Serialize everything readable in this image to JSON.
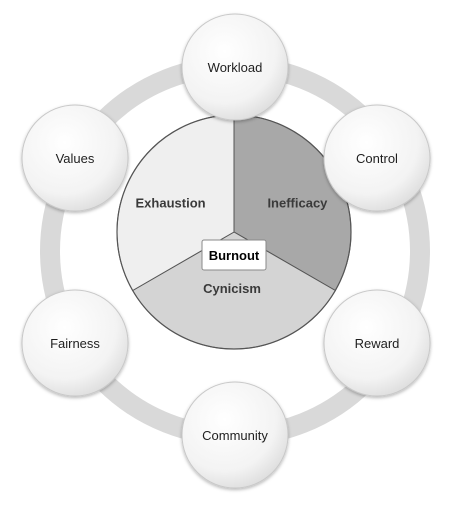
{
  "diagram": {
    "outer_nodes": [
      {
        "id": "workload",
        "label": "Workload"
      },
      {
        "id": "control",
        "label": "Control"
      },
      {
        "id": "reward",
        "label": "Reward"
      },
      {
        "id": "community",
        "label": "Community"
      },
      {
        "id": "fairness",
        "label": "Fairness"
      },
      {
        "id": "values",
        "label": "Values"
      }
    ],
    "segments": [
      {
        "id": "inefficacy",
        "label": "Inefficacy",
        "color": "#a8a8a8"
      },
      {
        "id": "cynicism",
        "label": "Cynicism",
        "color": "#d4d4d4"
      },
      {
        "id": "exhaustion",
        "label": "Exhaustion",
        "color": "#efefef"
      }
    ],
    "center": {
      "label": "Burnout"
    },
    "colors": {
      "ring": "#d9d9d9",
      "node_fill_light": "#ffffff",
      "node_fill_dark": "#dcdcdc",
      "node_stroke": "#c8c8c8",
      "pie_stroke": "#555555"
    }
  }
}
